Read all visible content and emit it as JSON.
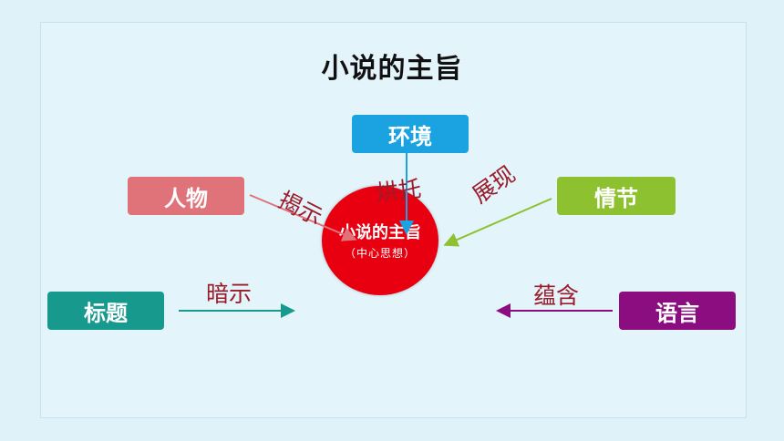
{
  "title": "小说的主旨",
  "center": {
    "main": "小说的主旨",
    "sub": "（中心思想）"
  },
  "nodes": {
    "environment": "环境",
    "character": "人物",
    "plot": "情节",
    "heading": "标题",
    "language": "语言"
  },
  "edges": {
    "character": "揭示",
    "environment": "烘托",
    "plot": "展现",
    "heading": "暗示",
    "language": "蕴含"
  },
  "colors": {
    "environment": "#1aa3e0",
    "character": "#e0727a",
    "plot": "#8dc12f",
    "heading": "#18998d",
    "language": "#8b0d7f",
    "center": "#e80010",
    "handwriting": "#9a1b2a"
  }
}
